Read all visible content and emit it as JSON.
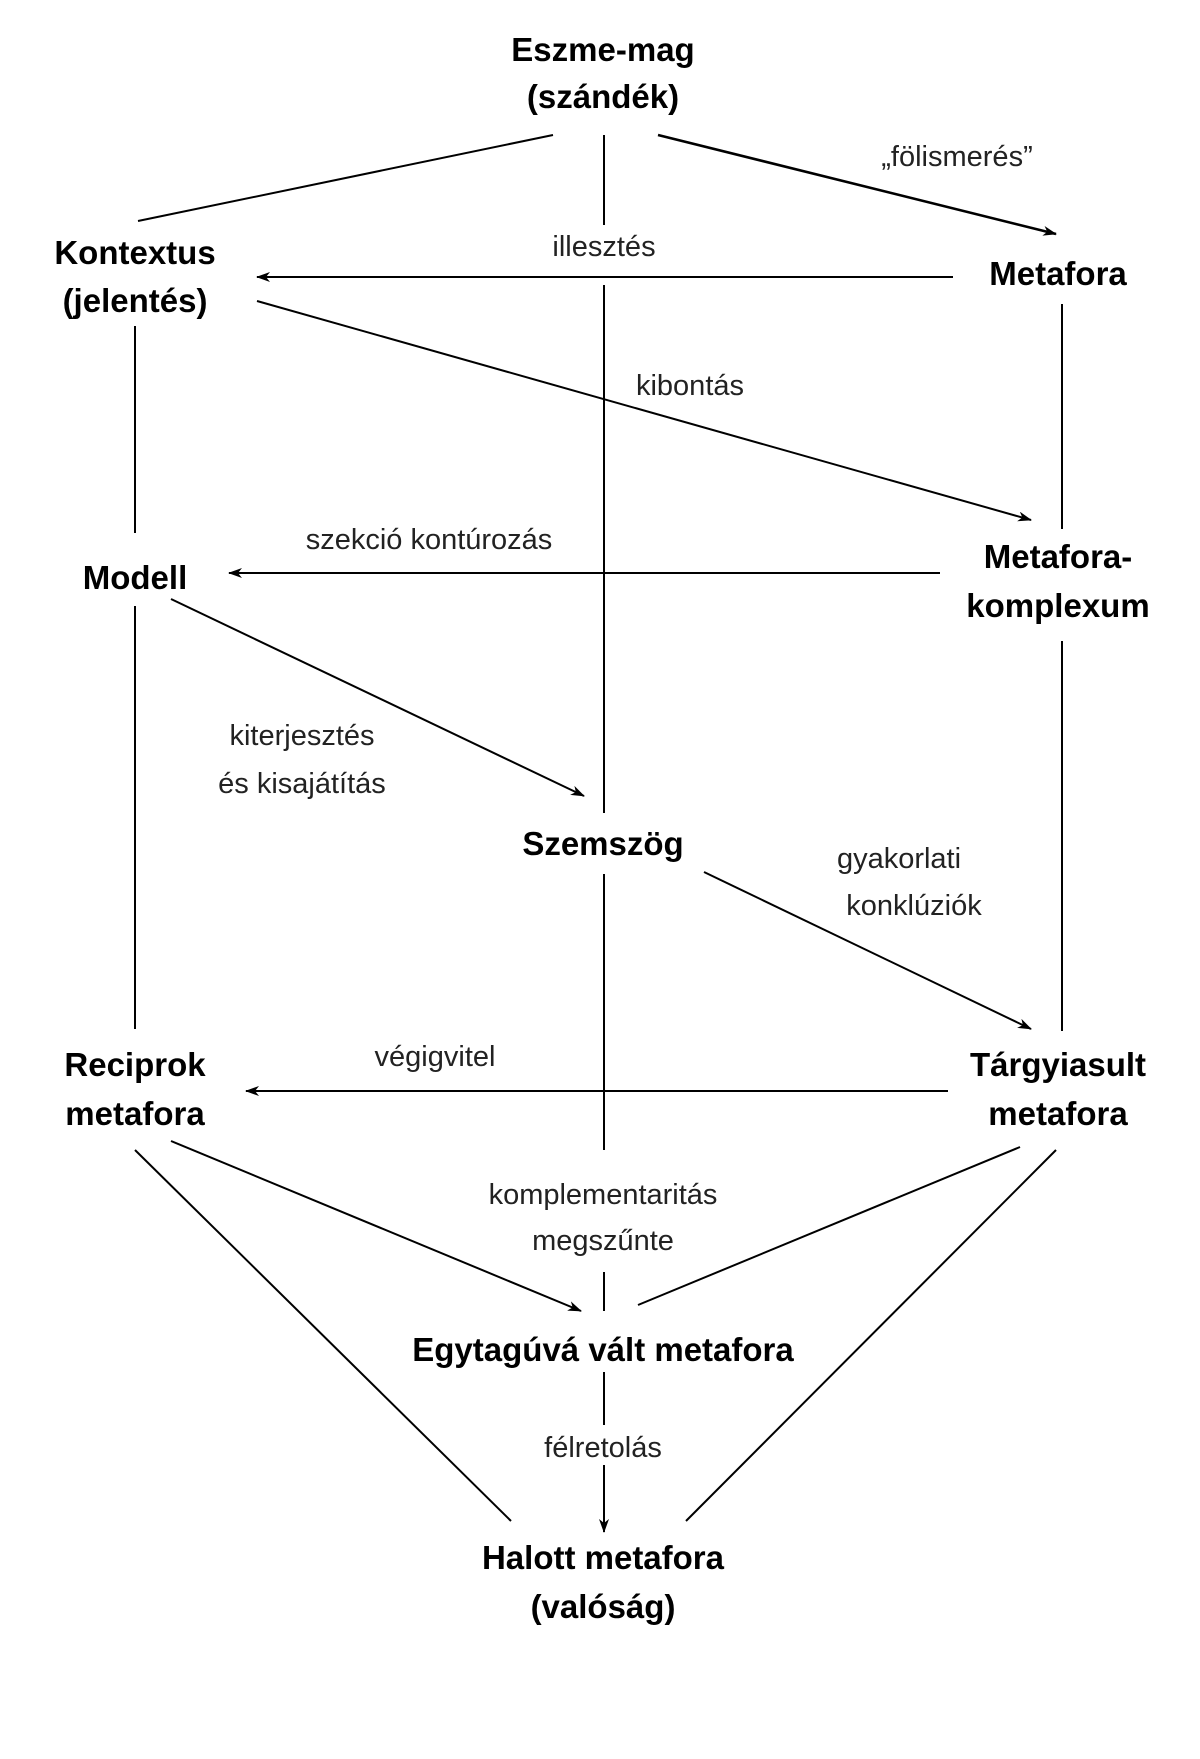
{
  "nodes": {
    "eszme": [
      "Eszme-mag",
      "(szándék)"
    ],
    "kontextus": [
      "Kontextus",
      "(jelentés)"
    ],
    "metafora": [
      "Metafora"
    ],
    "modell": [
      "Modell"
    ],
    "komplexum": [
      "Metafora-",
      "komplexum"
    ],
    "szemszog": [
      "Szemszög"
    ],
    "reciprok": [
      "Reciprok",
      "metafora"
    ],
    "targyiasult": [
      "Tárgyiasult",
      "metafora"
    ],
    "egytaguva": [
      "Egytagúvá vált metafora"
    ],
    "halott": [
      "Halott metafora",
      "(valóság)"
    ]
  },
  "edge_labels": {
    "folismeres": "„fölismerés”",
    "illesztes": "illesztés",
    "kibontas": "kibontás",
    "szekcio": "szekció kontúrozás",
    "kiterjesztes": [
      "kiterjesztés",
      "és kisajátítás"
    ],
    "gyakorlati": [
      "gyakorlati",
      "konklúziók"
    ],
    "vegigvitel": "végigvitel",
    "komplementaritas": [
      "komplementaritás",
      "megszűnte"
    ],
    "felretolas": "félretolás"
  }
}
